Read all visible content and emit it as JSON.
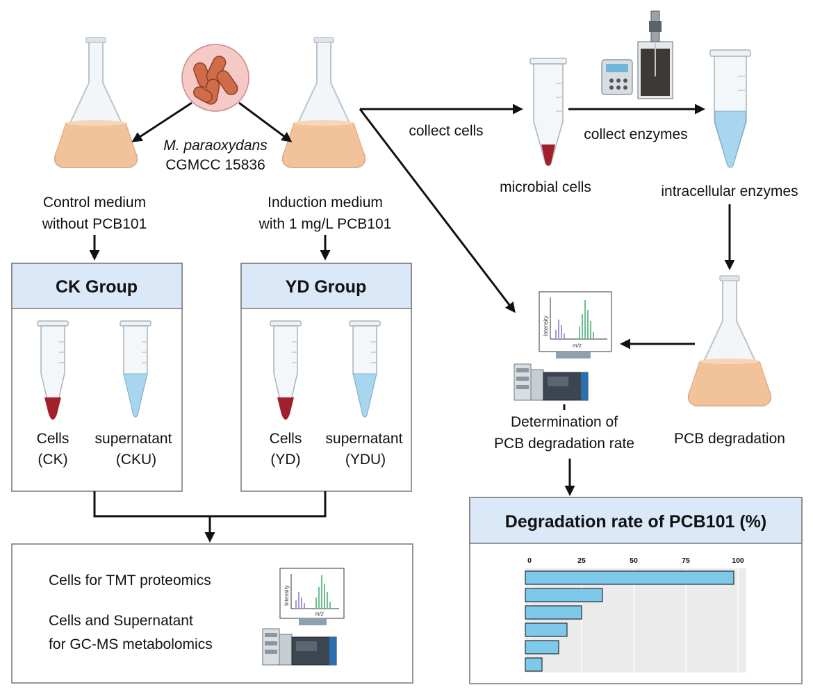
{
  "organism": {
    "species": "M. paraoxydans",
    "strain": "CGMCC 15836"
  },
  "control_medium": {
    "line1": "Control medium",
    "line2": "without PCB101"
  },
  "induction_medium": {
    "line1": "Induction medium",
    "line2": "with 1 mg/L PCB101"
  },
  "ck_group": {
    "title": "CK Group",
    "cells_label": "Cells",
    "cells_code": "(CK)",
    "supernatant_label": "supernatant",
    "supernatant_code": "(CKU)"
  },
  "yd_group": {
    "title": "YD Group",
    "cells_label": "Cells",
    "cells_code": "(YD)",
    "supernatant_label": "supernatant",
    "supernatant_code": "(YDU)"
  },
  "omics": {
    "line1": "Cells for TMT proteomics",
    "line2": "Cells and Supernatant",
    "line3": "for GC-MS metabolomics"
  },
  "spectrum": {
    "y_label": "Intensity",
    "x_label": "m/z"
  },
  "steps": {
    "collect_cells": "collect cells",
    "collect_enzymes": "collect enzymes",
    "microbial_cells": "microbial cells",
    "intracellular_enzymes": "intracellular enzymes",
    "pcb_degradation": "PCB degradation",
    "determination_line1": "Determination of",
    "determination_line2": "PCB degradation rate"
  },
  "colors": {
    "header_fill": "#dbe8f8",
    "bar_fill": "#7ec8ea",
    "medium_fill": "#f2c39a",
    "pellet": "#a0202c",
    "supernatant": "#a8d6ee",
    "bacteria": "#cf6c4a"
  },
  "chart_data": {
    "type": "bar",
    "title": "Degradation rate of PCB101 (%)",
    "orientation": "horizontal",
    "xlim": [
      0,
      100
    ],
    "x_ticks": [
      "0",
      "25",
      "50",
      "75",
      "100"
    ],
    "categories": [
      "",
      "",
      "",
      "",
      "",
      ""
    ],
    "values": [
      100,
      37,
      27,
      20,
      16,
      8
    ],
    "grid": true
  }
}
